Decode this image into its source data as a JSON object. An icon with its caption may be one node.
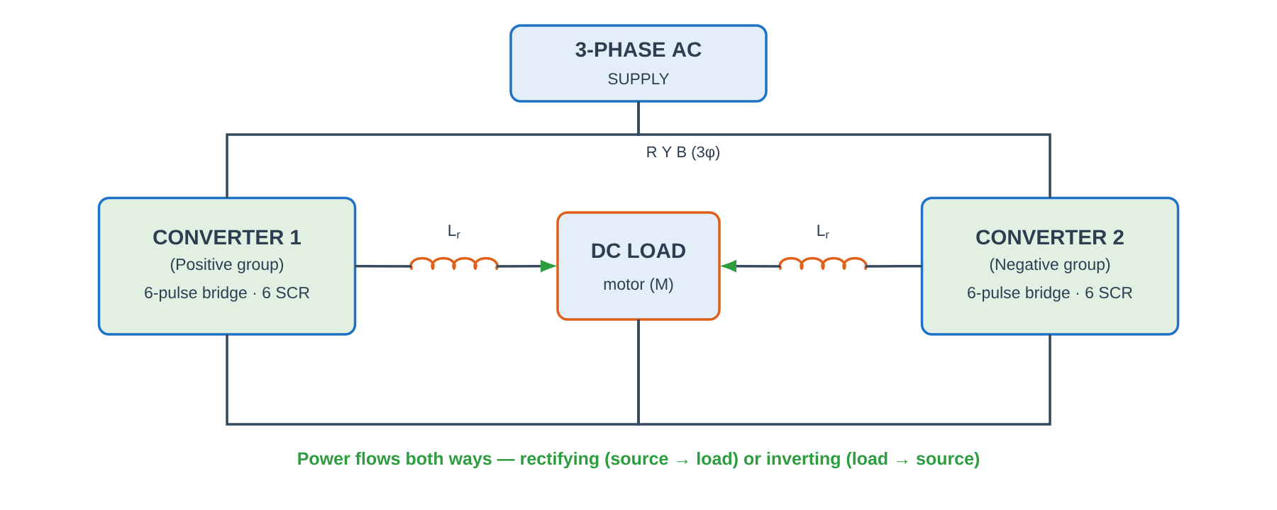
{
  "diagram": {
    "caption": "Power flows both ways — rectifying (source → load) or inverting (load → source)",
    "nodes": [
      {
        "text": [
          "3-PHASE AC",
          "SUPPLY"
        ]
      },
      {
        "text": [
          "CONVERTER 1",
          "(Positive group)",
          "6-pulse bridge · 6 SCR"
        ]
      },
      {
        "text": [
          "L$_{r}$"
        ]
      },
      {
        "text": [
          "DC LOAD",
          "motor (M)"
        ]
      },
      {
        "text": [
          "L$_{r}$"
        ]
      },
      {
        "text": [
          "CONVERTER 2",
          "(Negative group)",
          "6-pulse bridge · 6 SCR"
        ]
      }
    ],
    "edges": [
      {
        "from": 0,
        "to": 1,
        "arrow": "none"
      },
      {
        "from": 0,
        "to": 5,
        "arrow": "none"
      },
      {
        "from": 1,
        "to": 2,
        "arrow": "none"
      },
      {
        "from": 2,
        "to": 3,
        "arrow": "to"
      },
      {
        "from": 5,
        "to": 4,
        "arrow": "none"
      },
      {
        "from": 4,
        "to": 3,
        "arrow": "to"
      },
      {
        "from": 1,
        "to": 3,
        "arrow": "none"
      },
      {
        "from": 5,
        "to": 3,
        "arrow": "none"
      }
    ],
    "labels": [
      "R Y B (3φ)"
    ]
  }
}
